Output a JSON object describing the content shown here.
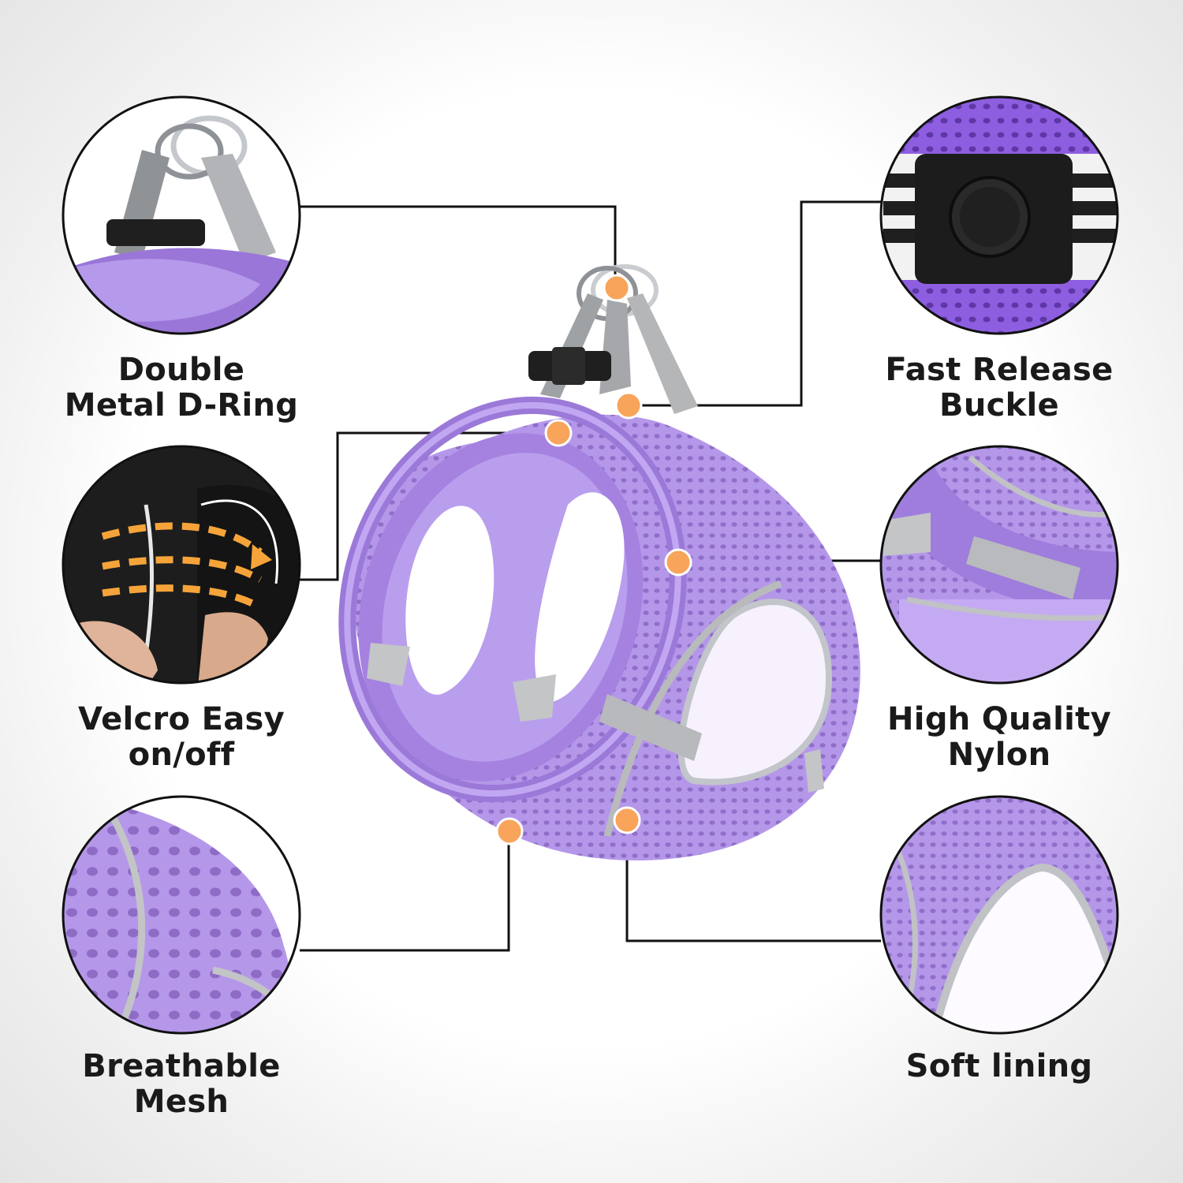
{
  "features": {
    "d_ring": {
      "line1": "Double",
      "line2": "Metal D-Ring",
      "icon": "d-ring-icon"
    },
    "velcro": {
      "line1": "Velcro Easy",
      "line2": "on/off",
      "icon": "velcro-icon"
    },
    "mesh": {
      "line1": "Breathable",
      "line2": "Mesh",
      "icon": "mesh-icon"
    },
    "buckle": {
      "line1": "Fast Release",
      "line2": "Buckle",
      "icon": "buckle-icon"
    },
    "nylon": {
      "line1": "High Quality",
      "line2": "Nylon",
      "icon": "nylon-icon"
    },
    "lining": {
      "line1": "Soft lining",
      "icon": "lining-icon"
    }
  },
  "colors": {
    "harness_purple": "#b394e9",
    "harness_dark": "#9a78d8",
    "strap_gray": "#a9abad",
    "marker_orange": "#f8a45a",
    "text": "#1a1a1a"
  }
}
